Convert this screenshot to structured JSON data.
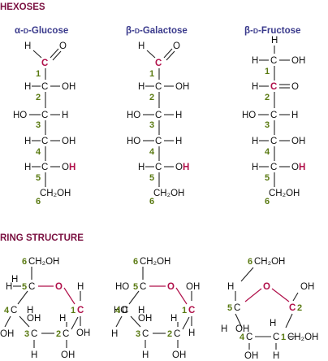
{
  "sections": {
    "hexoses": "HEXOSES",
    "ring": "RING STRUCTURE"
  },
  "titles": [
    {
      "prefix": "α-",
      "sc": "D",
      "name": "-Glucose"
    },
    {
      "prefix": "β-",
      "sc": "D",
      "name": "-Galactose"
    },
    {
      "prefix": "β-",
      "sc": "D",
      "name": "-Fructose"
    }
  ],
  "atoms": {
    "C": "C",
    "O": "O",
    "H": "H",
    "OH": "OH",
    "HO": "HO",
    "CH2OH": "CH₂OH"
  },
  "numbers": [
    "1",
    "2",
    "3",
    "4",
    "5",
    "6"
  ],
  "colors": {
    "section": "#7a1040",
    "title": "#3a3a8c",
    "highlight": "#b0104a",
    "carbon_number": "#5a7a12"
  }
}
